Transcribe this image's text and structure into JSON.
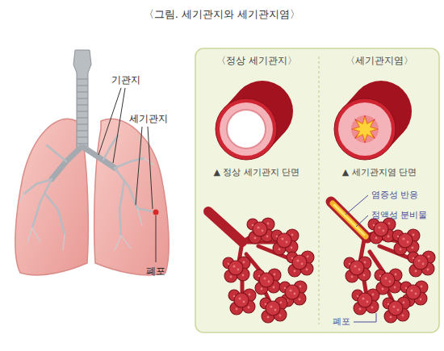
{
  "diagram": {
    "title": "〈그림. 세기관지와 세기관지염〉",
    "labels": [
      "기관지",
      "세기관지",
      "폐포",
      "〈정상 세기관지〉",
      "〈세기관지염〉",
      "▲ 정상 세기관지 단면",
      "▲ 세기관지염 단면",
      "염증성 반응",
      "점액성 분비물",
      "폐포"
    ]
  }
}
